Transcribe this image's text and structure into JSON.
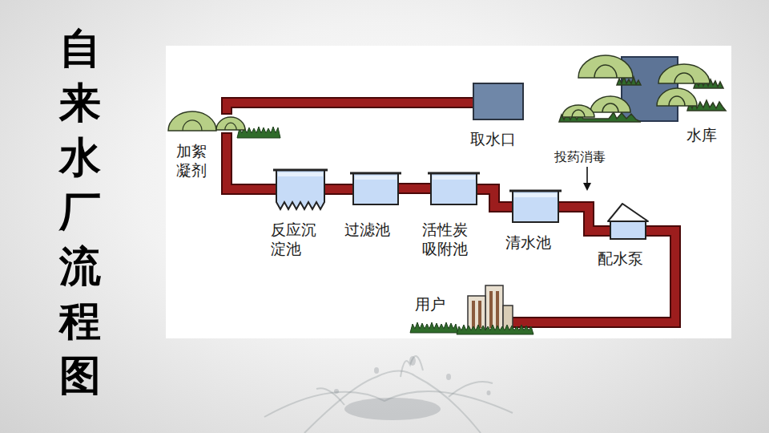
{
  "diagram": {
    "title": "自来水厂流程图",
    "nodes": [
      {
        "text": [
          "水库"
        ]
      },
      {
        "text": [
          "取水口"
        ]
      },
      {
        "text": [
          "加絮凝剂"
        ]
      },
      {
        "text": [
          "反应沉淀池"
        ]
      },
      {
        "text": [
          "过滤池"
        ]
      },
      {
        "text": [
          "活性炭吸附池"
        ]
      },
      {
        "text": [
          "清水池"
        ]
      },
      {
        "text": [
          "配水泵"
        ]
      },
      {
        "text": [
          "用户"
        ]
      }
    ],
    "edges": [
      {
        "from": 1,
        "to": 2,
        "arrow": "none"
      },
      {
        "from": 2,
        "to": 3,
        "arrow": "none"
      },
      {
        "from": 3,
        "to": 4,
        "arrow": "none"
      },
      {
        "from": 4,
        "to": 5,
        "arrow": "none"
      },
      {
        "from": 5,
        "to": 6,
        "arrow": "none"
      },
      {
        "from": 6,
        "to": 7,
        "arrow": "none"
      },
      {
        "from": 7,
        "to": 8,
        "arrow": "none"
      }
    ],
    "labels": [
      "投药消毒"
    ]
  }
}
